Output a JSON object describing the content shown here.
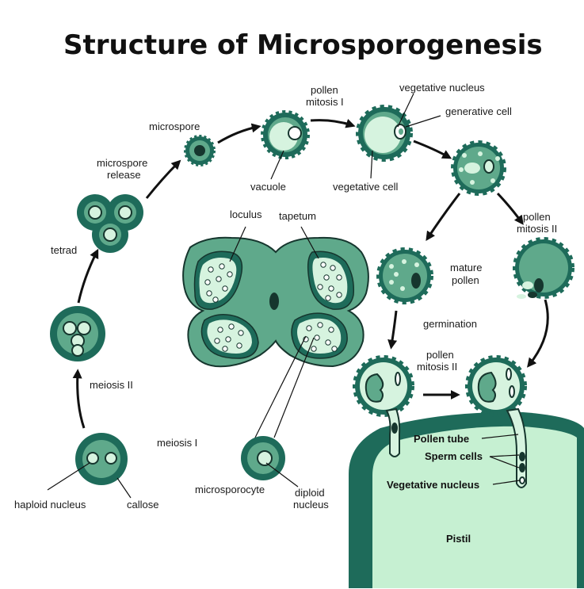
{
  "title": "Structure of Microsporogenesis",
  "labels": {
    "microspore": "microspore",
    "microspore_release_1": "microspore",
    "microspore_release_2": "release",
    "tetrad": "tetrad",
    "meiosis_ii": "meiosis II",
    "meiosis_i": "meiosis I",
    "haploid_nucleus": "haploid nucleus",
    "callose": "callose",
    "vacuole": "vacuole",
    "pollen_mitosis_i_1": "pollen",
    "pollen_mitosis_i_2": "mitosis I",
    "vegetative_nucleus": "vegetative nucleus",
    "generative_cell": "generative cell",
    "vegetative_cell": "vegetative cell",
    "loculus": "loculus",
    "tapetum": "tapetum",
    "pollen_mitosis_ii_top_1": "pollen",
    "pollen_mitosis_ii_top_2": "mitosis II",
    "mature_pollen_1": "mature",
    "mature_pollen_2": "pollen",
    "germination": "germination",
    "pollen_mitosis_ii_bottom_1": "pollen",
    "pollen_mitosis_ii_bottom_2": "mitosis II",
    "pollen_tube": "Pollen tube",
    "sperm_cells": "Sperm cells",
    "vegetative_nucleus_tube": "Vegetative nucleus",
    "pistil": "Pistil",
    "microsporocyte": "microsporocyte",
    "diploid_nucleus_1": "diploid",
    "diploid_nucleus_2": "nucleus"
  },
  "colors": {
    "dark_green": "#1e6b5a",
    "mid_green": "#5fa98b",
    "light_green": "#d6f3df",
    "outline": "#16362e"
  }
}
